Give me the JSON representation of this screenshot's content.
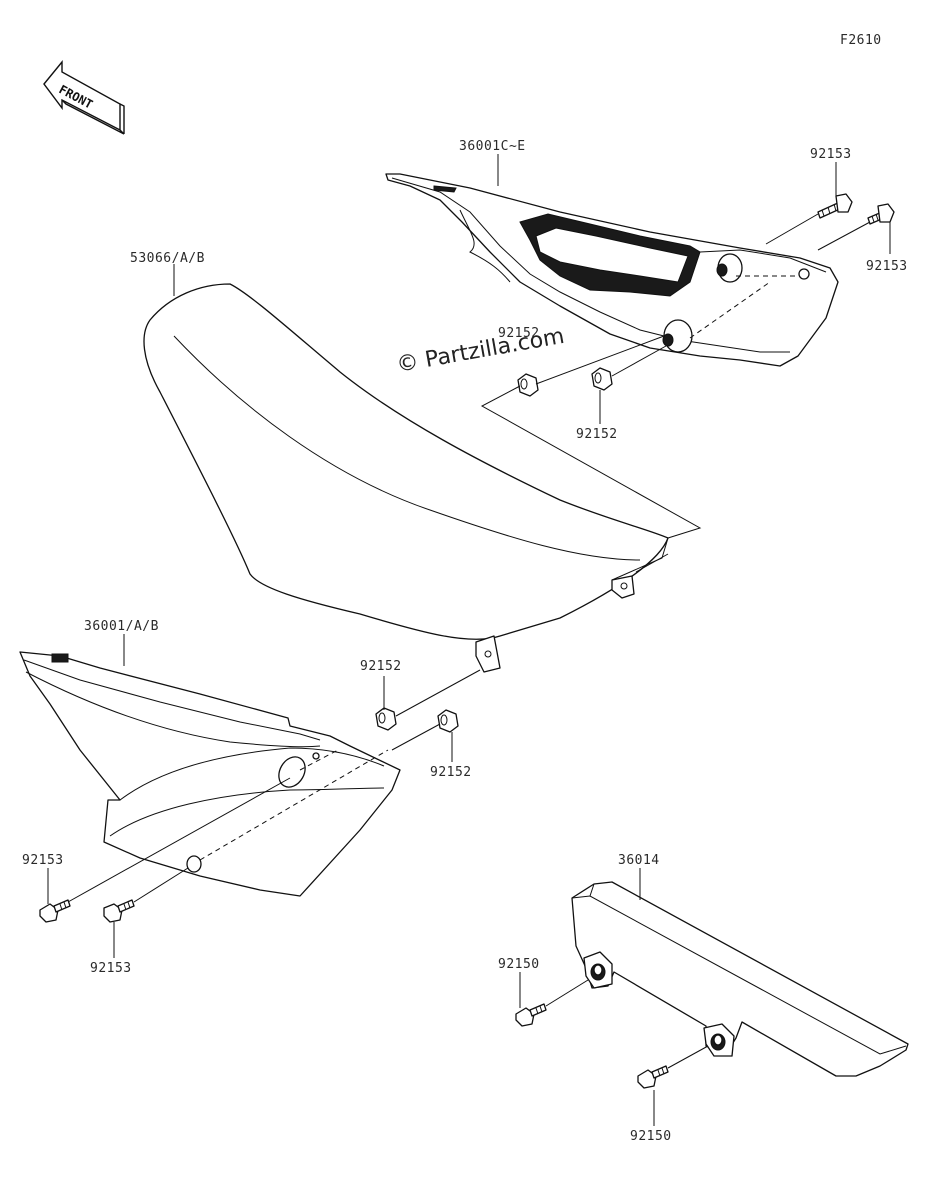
{
  "figure_code": "F2610",
  "direction_label": "FRONT",
  "watermark": "© Partzilla.com",
  "parts": [
    {
      "number": "36001C~E",
      "description": ""
    },
    {
      "number": "92153",
      "description": ""
    },
    {
      "number": "53066/A/B",
      "description": ""
    },
    {
      "number": "92152",
      "description": ""
    },
    {
      "number": "36001/A/B",
      "description": ""
    },
    {
      "number": "36014",
      "description": ""
    },
    {
      "number": "92150",
      "description": ""
    }
  ],
  "callouts": {
    "c1": "36001C~E",
    "c2": "92153",
    "c3": "92153",
    "c4": "53066/A/B",
    "c5": "92152",
    "c6": "92152",
    "c7": "36001/A/B",
    "c8": "92152",
    "c9": "92152",
    "c10": "92153",
    "c11": "92153",
    "c12": "36014",
    "c13": "92150",
    "c14": "92150"
  }
}
